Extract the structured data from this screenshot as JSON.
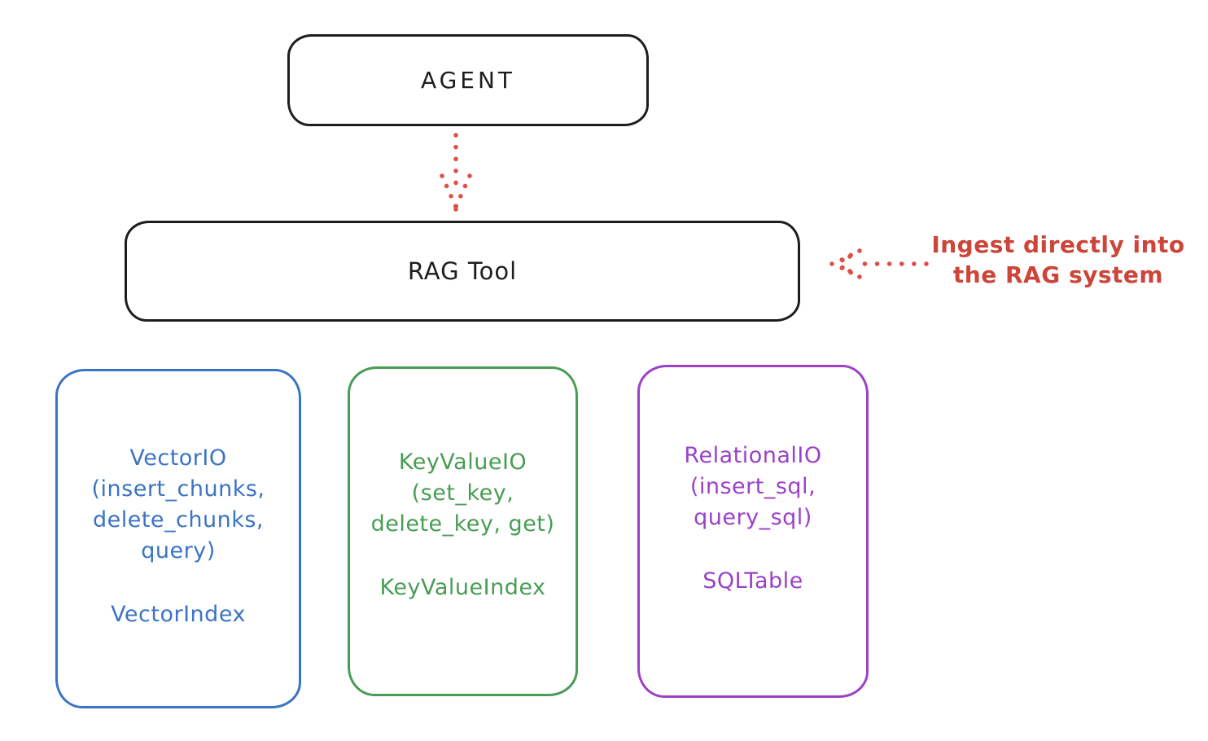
{
  "agent": {
    "label": "AGENT"
  },
  "rag_tool": {
    "label": "RAG Tool"
  },
  "annotation": {
    "line1": "Ingest directly into",
    "line2": "the RAG system"
  },
  "boxes": [
    {
      "id": "vector-io",
      "color": "#3b74c4",
      "lines": [
        "VectorIO",
        "(insert_chunks,",
        "delete_chunks,",
        "query)"
      ],
      "index_label": "VectorIndex"
    },
    {
      "id": "keyvalue-io",
      "color": "#479d54",
      "lines": [
        "KeyValueIO",
        "(set_key,",
        "delete_key, get)"
      ],
      "index_label": "KeyValueIndex"
    },
    {
      "id": "relational-io",
      "color": "#9a41c8",
      "lines": [
        "RelationalIO",
        "(insert_sql,",
        "query_sql)"
      ],
      "index_label": "SQLTable"
    }
  ],
  "colors": {
    "node_stroke": "#1e1e1e",
    "arrow_red": "#dd4f47",
    "annotation_red": "#cd4438",
    "vector_blue": "#3b74c4",
    "keyvalue_green": "#479d54",
    "relational_purple": "#9a41c8"
  }
}
